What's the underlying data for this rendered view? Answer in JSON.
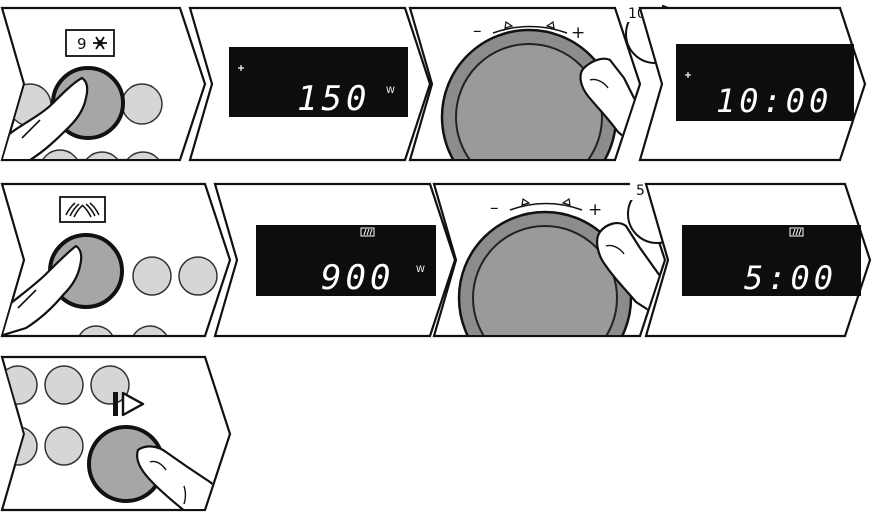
{
  "row1": {
    "defrost_button_label": "9",
    "power_display": {
      "value": "150",
      "unit": "W",
      "indicator": "snowflake-icon"
    },
    "dial": {
      "minus": "–",
      "plus": "+"
    },
    "timer_badge": "10'",
    "time_display": {
      "value": "10:00",
      "indicator": "snowflake-icon"
    }
  },
  "row2": {
    "microwave_button_icon": "microwave-waves-icon",
    "power_display": {
      "value": "900",
      "unit": "W",
      "indicator": "microwave-mode-icon"
    },
    "dial": {
      "minus": "–",
      "plus": "+"
    },
    "timer_badge": "5'",
    "time_display": {
      "value": "5:00",
      "indicator": "microwave-mode-icon"
    }
  },
  "row3": {
    "start_button_icon": "start-pause-icon"
  },
  "colors": {
    "outline": "#111111",
    "display_bg": "#0d0d0d",
    "display_text": "#ffffff",
    "button_fill": "#a6a6a6",
    "dial_fill": "#8c8c8c",
    "dial_ring": "#5c5c5c",
    "soft_button_fill": "#d6d6d6"
  }
}
